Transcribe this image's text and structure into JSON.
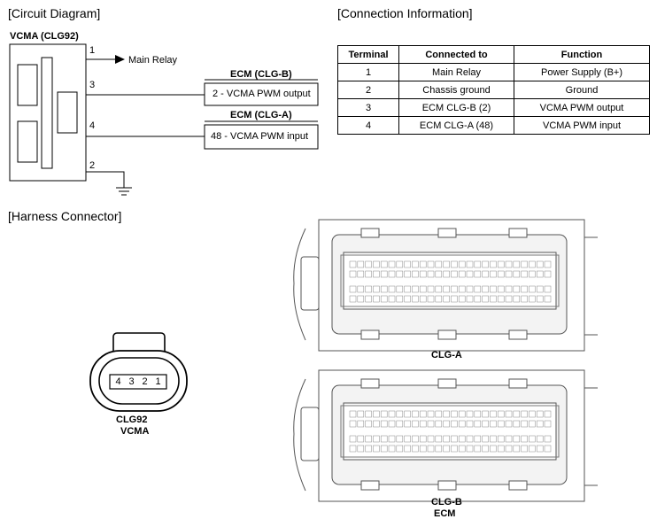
{
  "circuit": {
    "title": "[Circuit Diagram]",
    "component": "VCMA (CLG92)",
    "pins": [
      "1",
      "3",
      "4",
      "2"
    ],
    "main_relay": "Main Relay",
    "ecm_b_title": "ECM (CLG-B)",
    "ecm_b_box": "2 - VCMA PWM output",
    "ecm_a_title": "ECM (CLG-A)",
    "ecm_a_box": "48 - VCMA PWM input"
  },
  "connection": {
    "title": "[Connection Information]",
    "headers": [
      "Terminal",
      "Connected to",
      "Function"
    ],
    "rows": [
      [
        "1",
        "Main Relay",
        "Power Supply (B+)"
      ],
      [
        "2",
        "Chassis ground",
        "Ground"
      ],
      [
        "3",
        "ECM CLG-B (2)",
        "VCMA PWM output"
      ],
      [
        "4",
        "ECM CLG-A (48)",
        "VCMA PWM input"
      ]
    ]
  },
  "harness": {
    "title": "[Harness Connector]",
    "vcma_pins": [
      "4",
      "3",
      "2",
      "1"
    ],
    "vcma_label1": "CLG92",
    "vcma_label2": "VCMA",
    "clga_label": "CLG-A",
    "clgb_label1": "CLG-B",
    "clgb_label2": "ECM"
  }
}
